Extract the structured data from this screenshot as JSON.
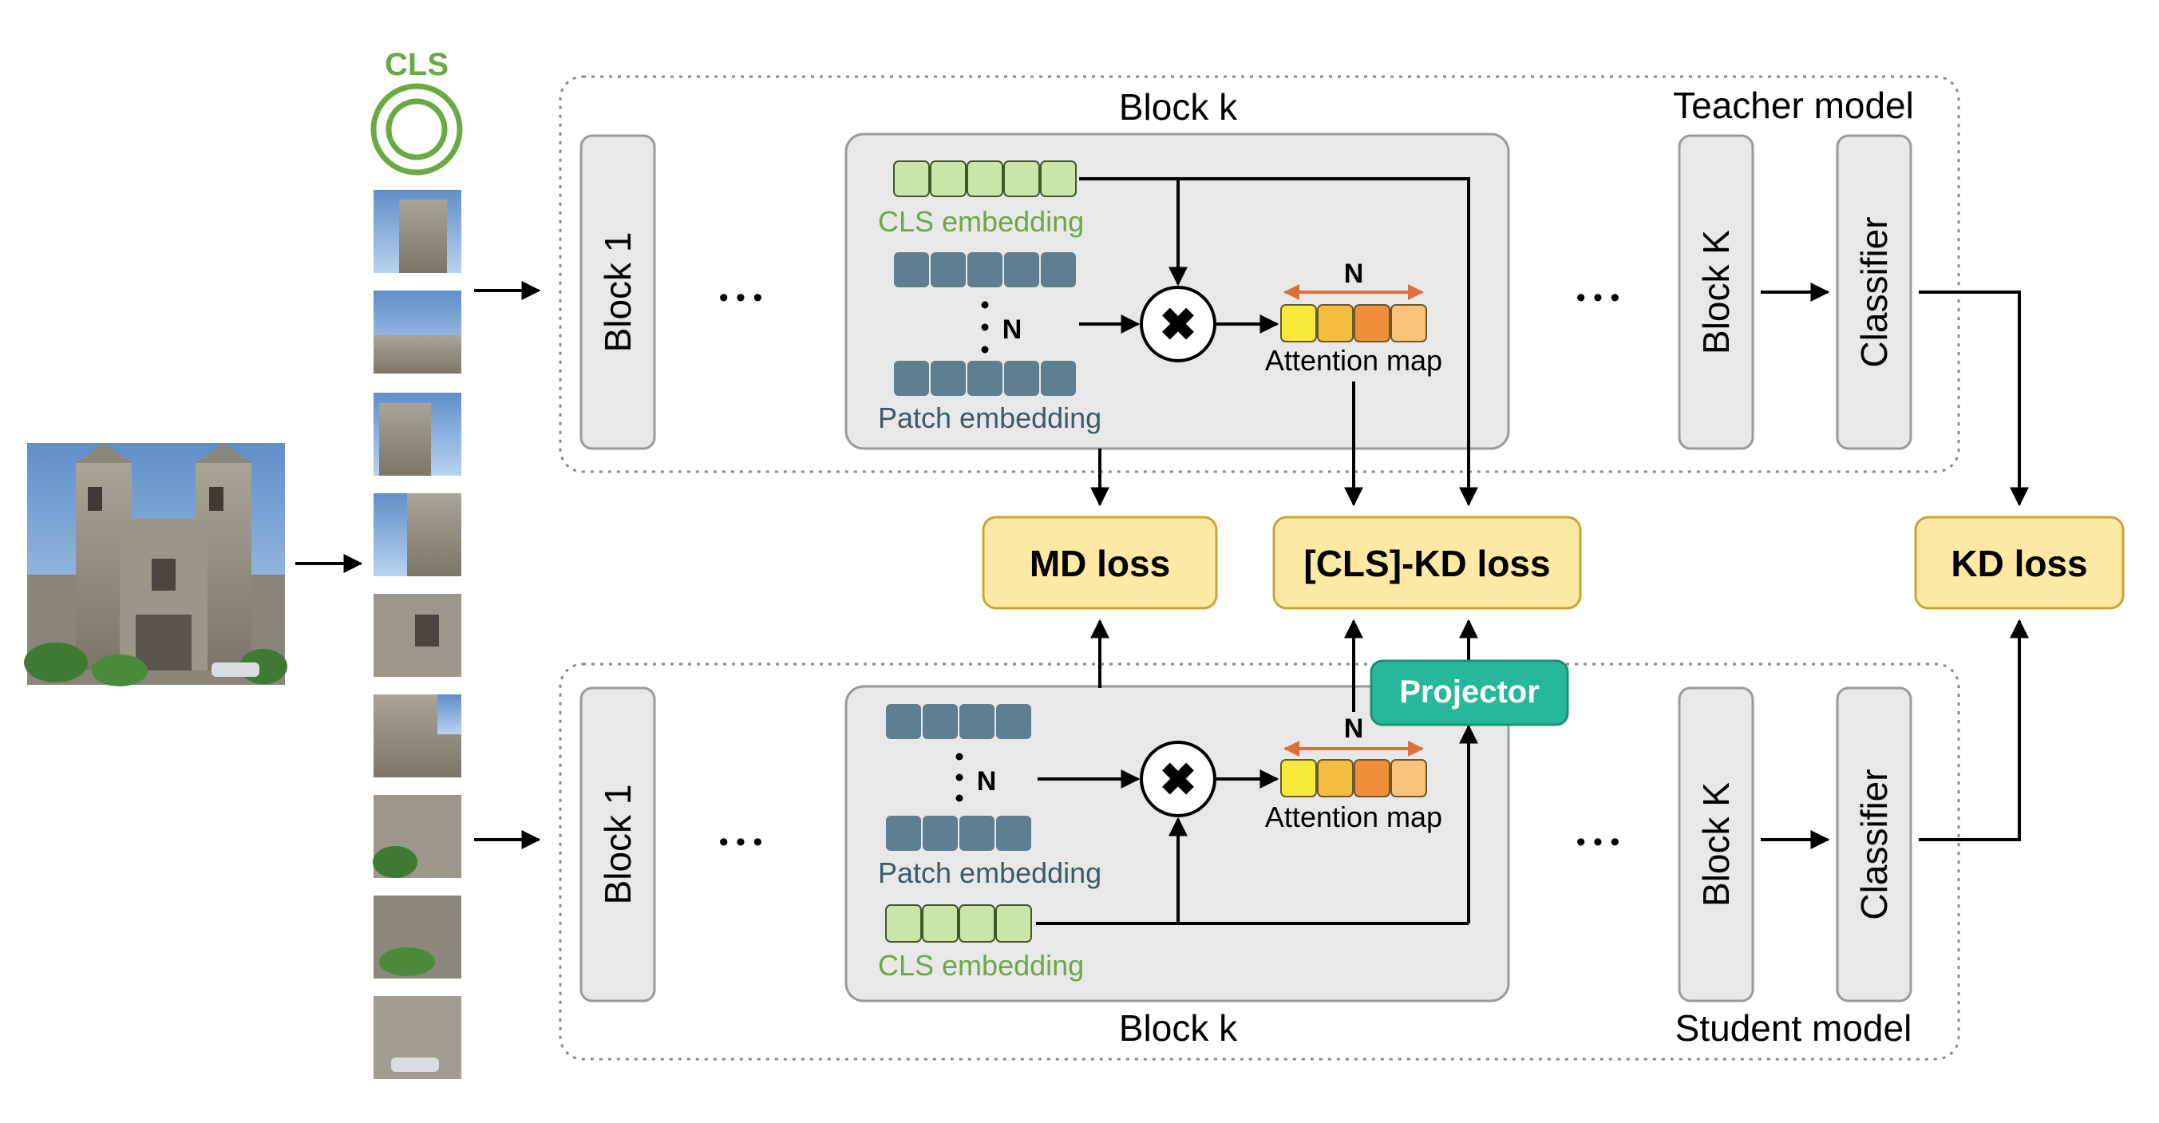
{
  "cls_token": {
    "label": "CLS"
  },
  "teacher": {
    "model_label": "Teacher model",
    "block_k_title": "Block k",
    "block_1": "Block 1",
    "block_K": "Block K",
    "classifier": "Classifier",
    "dots": "•  •  •",
    "cls_embedding": "CLS embedding",
    "patch_embedding": "Patch embedding",
    "n_label": "N",
    "attention_map": "Attention map",
    "attention_n": "N",
    "multiply_symbol": "✖"
  },
  "student": {
    "model_label": "Student model",
    "block_k_title": "Block k",
    "block_1": "Block 1",
    "block_K": "Block K",
    "classifier": "Classifier",
    "dots": "•  •  •",
    "cls_embedding": "CLS embedding",
    "patch_embedding": "Patch embedding",
    "n_label": "N",
    "attention_map": "Attention map",
    "attention_n": "N",
    "multiply_symbol": "✖"
  },
  "losses": {
    "md": "MD loss",
    "cls_kd": "[CLS]-KD loss",
    "kd": "KD loss"
  },
  "projector": "Projector",
  "colors": {
    "cls_green": "#6aaa45",
    "cls_fill": "#c9e5a8",
    "patch_fill": "#5e7f8f",
    "loss_fill": "#fde9a4",
    "loss_stroke": "#c9a530",
    "projector_fill": "#26b89a",
    "block_fill": "#e8e8e8",
    "arrow": "#e0703a",
    "attn": [
      "#f6ea3a",
      "#f3bd3f",
      "#ef8f3a",
      "#f8c27a"
    ]
  }
}
